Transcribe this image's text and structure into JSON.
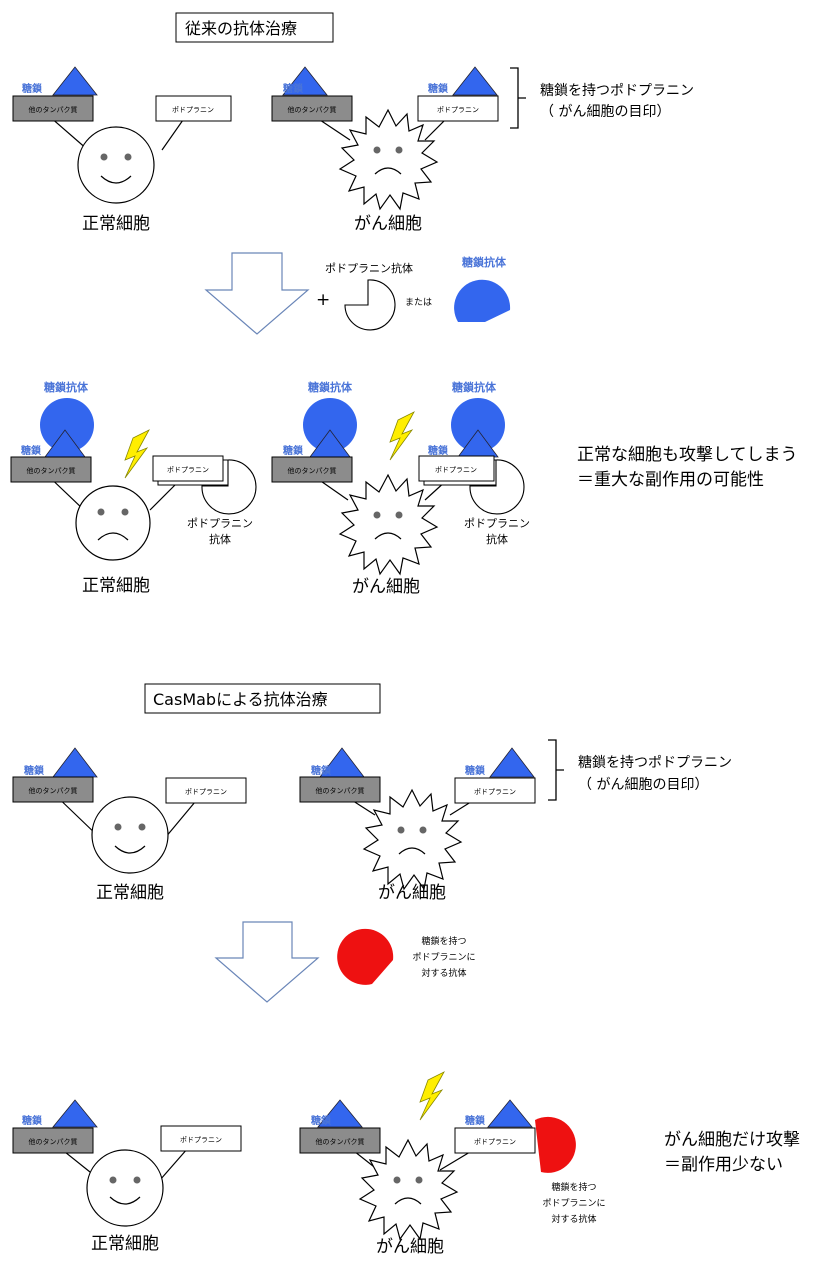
{
  "colors": {
    "glycan": "#3366ee",
    "glycan_label": "#4a74d8",
    "other_protein": "#8c8c8c",
    "casmab": "#ee1111",
    "lightning": "#ffee00"
  },
  "icons": [
    "triangle-icon",
    "smiley-face-icon",
    "sad-face-icon",
    "starburst-icon",
    "lightning-icon",
    "pacman-icon",
    "arrow-down-icon",
    "plus-icon"
  ],
  "panel1": {
    "title": "従来の抗体治療",
    "glycan": "糖鎖",
    "other_protein": "他のタンパク質",
    "podoplanin": "ポドプラニン",
    "legend_line1": "糖鎖を持つポドプラニン",
    "legend_line2": "（ がん細胞の目印）",
    "normal_cell": "正常細胞",
    "cancer_cell": "がん細胞",
    "pdpn_antibody": "ポドプラニン抗体",
    "plus": "+",
    "or": "または",
    "glycan_antibody": "糖鎖抗体",
    "pdpn_ab_line1": "ポドプラニン",
    "pdpn_ab_line2": "抗体",
    "result_line1": "正常な細胞も攻撃してしまう",
    "result_line2": "＝重大な副作用の可能性"
  },
  "panel2": {
    "title": "CasMabによる抗体治療",
    "glycan": "糖鎖",
    "other_protein": "他のタンパク質",
    "podoplanin": "ポドプラニン",
    "legend_line1": "糖鎖を持つポドプラニン",
    "legend_line2": "（ がん細胞の目印）",
    "normal_cell": "正常細胞",
    "cancer_cell": "がん細胞",
    "plus": "+",
    "casmab_line1": "糖鎖を持つ",
    "casmab_line2": "ポドプラニンに",
    "casmab_line3": "対する抗体",
    "result_line1": "がん細胞だけ攻撃",
    "result_line2": "＝副作用少ない"
  }
}
